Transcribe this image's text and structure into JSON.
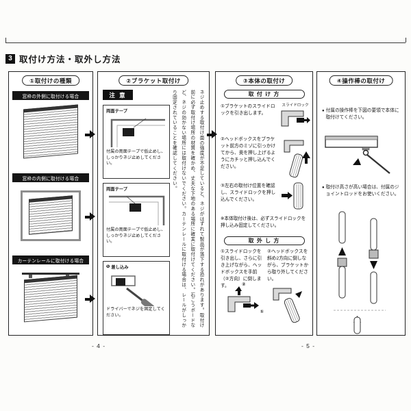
{
  "header": {
    "section_number": "3",
    "section_title": "取付け方法・取外し方法"
  },
  "footer": {
    "page_left": "- 4 -",
    "page_right": "- 5 -"
  },
  "col1": {
    "header": "①取付けの種類",
    "cases": [
      {
        "title": "窓枠の外側に取付ける場合"
      },
      {
        "title": "窓枠の内側に取付ける場合"
      },
      {
        "title": "カーテンレールに取付ける場合"
      }
    ]
  },
  "col2": {
    "header": "②ブラケット取付け",
    "caution_label": "注 意",
    "caution_text": "ネジ止めする取付け面の強度が不足していると、ネジがはずれて製品が落下する恐れがあります。取付け前に必ず取付け場所の材質を確かめ、丈夫な下地のある場所に確実に取付けてください。石こうボードなど、ネジの効かない場所には取付けないでください。カーテンレールに取付ける場合は、レールがしっかり固定されていることを確認してください。",
    "boxes": [
      {
        "label": "両面テープ",
        "caption": "付属の両面テープで仮止めし、しっかりネジ止めしてください。"
      },
      {
        "label": "両面テープ",
        "caption": "付属の両面テープで仮止めし、しっかりネジ止めしてください。"
      },
      {
        "mark": "❶",
        "label": "差し込み",
        "caption": "ドライバーでネジを固定してください。"
      }
    ]
  },
  "col3": {
    "header": "③本体の取付け",
    "install_title": "取 付 け 方",
    "steps": [
      {
        "num": "①",
        "text": "ブラケットのスライドロックを引き出します。",
        "label": "スライドロック"
      },
      {
        "num": "②",
        "text": "ヘッドボックスをブラケット前方のミゾに引っかけてから、奥を押し上げるようにカチッと押し込んでください。"
      },
      {
        "num": "③",
        "text": "左右の取付け位置を確認し、スライドロックを押し込んでください。"
      }
    ],
    "note": "※本体取付け後は、必ずスライドロックを押し込み固定してください。",
    "remove_title": "取 外 し 方",
    "remove_steps": [
      {
        "num": "①",
        "text": "スライドロックを引き出し、さらに引き上げながら、ヘッドボックスを手前（②方向）に倒します。",
        "marks": [
          "①",
          "②"
        ]
      },
      {
        "num": "②",
        "text": "ヘッドボックスを斜め2方向に倒しながら、ブラケットから取り外してください。"
      }
    ]
  },
  "col4": {
    "header": "④操作棒の取付け",
    "bullets": [
      {
        "mark": "●",
        "text": "付属の操作棒を下図の要領で本体に取付けてください。"
      },
      {
        "mark": "●",
        "text": "取付け高さが高い場合は、付属のジョイントロッドをお使いください。"
      }
    ]
  }
}
